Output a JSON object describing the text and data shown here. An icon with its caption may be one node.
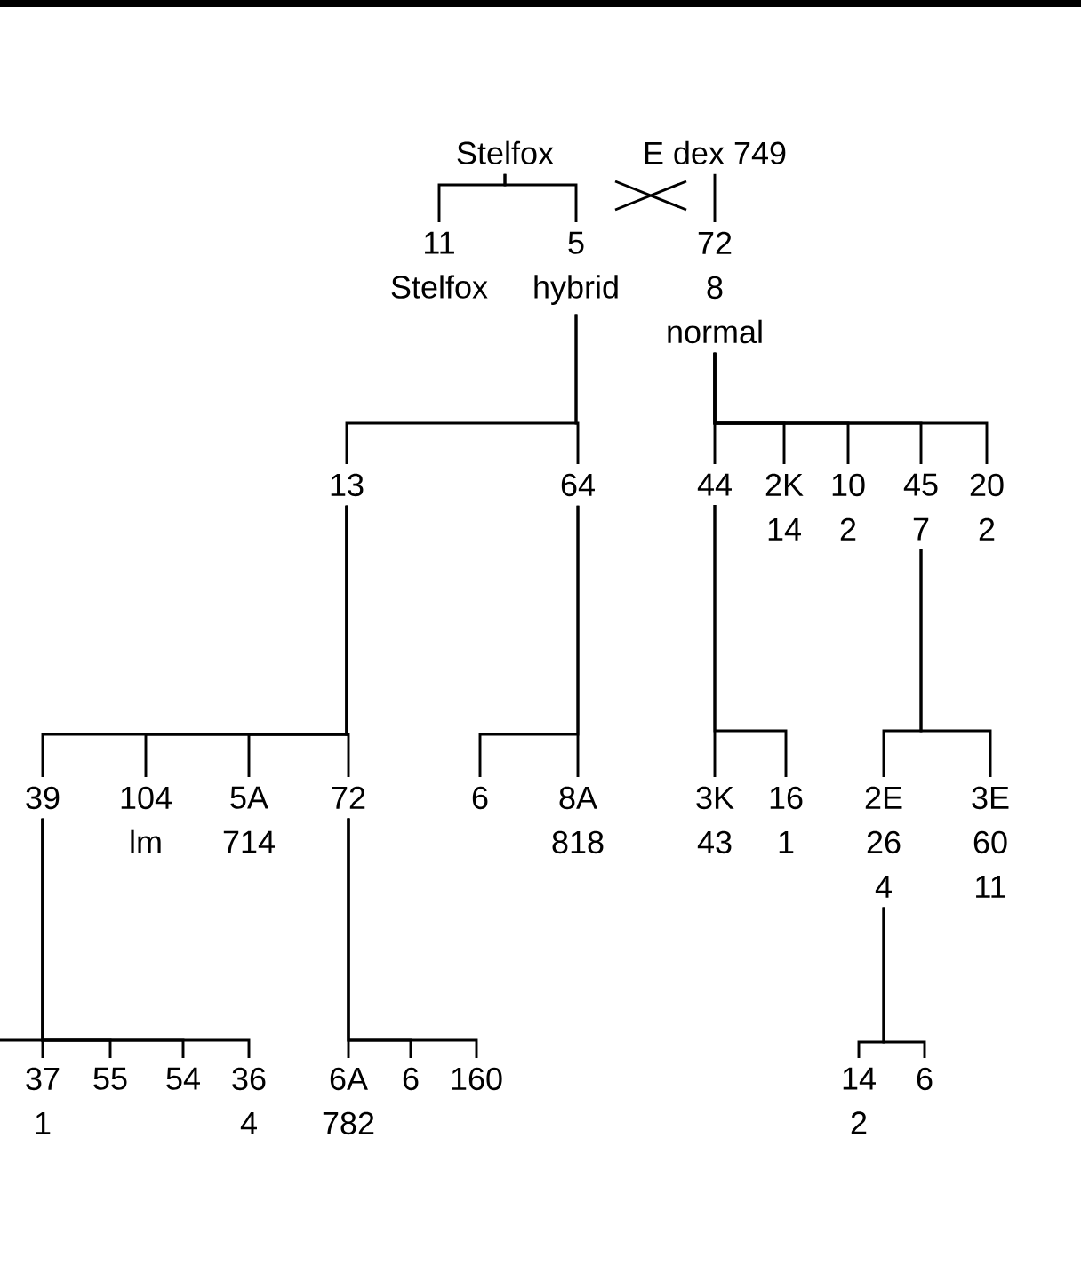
{
  "diagram": {
    "nodes": [
      {
        "text": [
          "Stelfox"
        ]
      },
      {
        "text": [
          "E dex 749"
        ]
      },
      {
        "text": [
          "11",
          "Stelfox"
        ]
      },
      {
        "text": [
          "5",
          "hybrid"
        ]
      },
      {
        "text": [
          "72",
          "8",
          "normal"
        ]
      },
      {
        "text": [
          "13"
        ]
      },
      {
        "text": [
          "64"
        ]
      },
      {
        "text": [
          "44"
        ]
      },
      {
        "text": [
          "2K",
          "14"
        ]
      },
      {
        "text": [
          "10",
          "2"
        ]
      },
      {
        "text": [
          "45",
          "7"
        ]
      },
      {
        "text": [
          "20",
          "2"
        ]
      },
      {
        "text": [
          "39"
        ]
      },
      {
        "text": [
          "104",
          "lm"
        ]
      },
      {
        "text": [
          "5A",
          "714"
        ]
      },
      {
        "text": [
          "72"
        ]
      },
      {
        "text": [
          "6"
        ]
      },
      {
        "text": [
          "8A",
          "818"
        ]
      },
      {
        "text": [
          "3K",
          "43"
        ]
      },
      {
        "text": [
          "16",
          "1"
        ]
      },
      {
        "text": [
          "2E",
          "26",
          "4"
        ]
      },
      {
        "text": [
          "3E",
          "60",
          "11"
        ]
      },
      {
        "text": [
          "37",
          "1"
        ]
      },
      {
        "text": [
          "55"
        ]
      },
      {
        "text": [
          "54"
        ]
      },
      {
        "text": [
          "36",
          "4"
        ]
      },
      {
        "text": [
          "6A",
          "782"
        ]
      },
      {
        "text": [
          "6"
        ]
      },
      {
        "text": [
          "160"
        ]
      },
      {
        "text": [
          "14",
          "2"
        ]
      },
      {
        "text": [
          "6"
        ]
      }
    ],
    "edges": [
      {
        "from": 0,
        "to": 2,
        "arrow": "none"
      },
      {
        "from": 0,
        "to": 3,
        "arrow": "none"
      },
      {
        "from": 1,
        "to": 4,
        "arrow": "none"
      },
      {
        "from": 3,
        "to": 5,
        "arrow": "none"
      },
      {
        "from": 3,
        "to": 6,
        "arrow": "none"
      },
      {
        "from": 4,
        "to": 7,
        "arrow": "none"
      },
      {
        "from": 4,
        "to": 8,
        "arrow": "none"
      },
      {
        "from": 4,
        "to": 9,
        "arrow": "none"
      },
      {
        "from": 4,
        "to": 10,
        "arrow": "none"
      },
      {
        "from": 4,
        "to": 11,
        "arrow": "none"
      },
      {
        "from": 5,
        "to": 12,
        "arrow": "none"
      },
      {
        "from": 5,
        "to": 13,
        "arrow": "none"
      },
      {
        "from": 5,
        "to": 14,
        "arrow": "none"
      },
      {
        "from": 5,
        "to": 15,
        "arrow": "none"
      },
      {
        "from": 6,
        "to": 16,
        "arrow": "none"
      },
      {
        "from": 6,
        "to": 17,
        "arrow": "none"
      },
      {
        "from": 7,
        "to": 18,
        "arrow": "none"
      },
      {
        "from": 7,
        "to": 19,
        "arrow": "none"
      },
      {
        "from": 10,
        "to": 20,
        "arrow": "none"
      },
      {
        "from": 10,
        "to": 21,
        "arrow": "none"
      },
      {
        "from": 12,
        "to": 22,
        "arrow": "none"
      },
      {
        "from": 12,
        "to": 23,
        "arrow": "none"
      },
      {
        "from": 12,
        "to": 24,
        "arrow": "none"
      },
      {
        "from": 12,
        "to": 25,
        "arrow": "none"
      },
      {
        "from": 15,
        "to": 26,
        "arrow": "none"
      },
      {
        "from": 15,
        "to": 27,
        "arrow": "none"
      },
      {
        "from": 15,
        "to": 28,
        "arrow": "none"
      },
      {
        "from": 20,
        "to": 29,
        "arrow": "none"
      },
      {
        "from": 20,
        "to": 30,
        "arrow": "none"
      }
    ]
  }
}
